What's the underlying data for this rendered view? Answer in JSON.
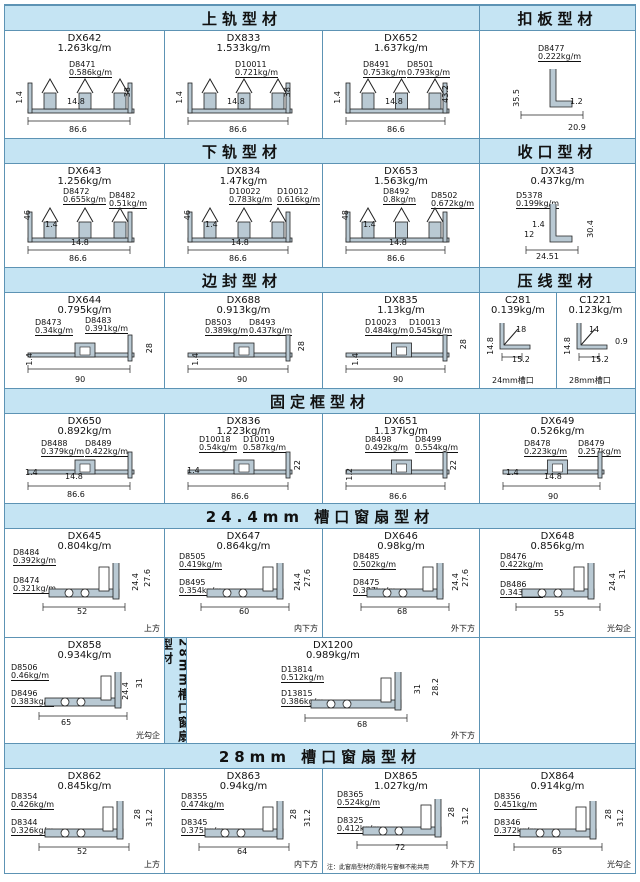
{
  "sections": {
    "s1": {
      "left": "上轨型材",
      "right": "扣板型材"
    },
    "s2": {
      "left": "下轨型材",
      "right": "收口型材"
    },
    "s3": {
      "left": "边封型材",
      "right": "压线型材"
    },
    "s4": {
      "title": "固定框型材"
    },
    "s5": {
      "title": "24.4mm 槽口窗扇型材"
    },
    "s6": {
      "vertical": "28mm槽口窗扇型材"
    },
    "s7": {
      "title": "28mm 槽口窗扇型材"
    }
  },
  "row1": [
    {
      "name": "DX642",
      "weight": "1.263kg/m",
      "subs": [
        {
          "code": "D8471",
          "w": "0.586kg/m"
        }
      ],
      "dims": [
        "86.6",
        "1.4",
        "14.8",
        "38"
      ]
    },
    {
      "name": "DX833",
      "weight": "1.533kg/m",
      "subs": [
        {
          "code": "D10011",
          "w": "0.721kg/m"
        }
      ],
      "dims": [
        "86.6",
        "1.4",
        "14.8",
        "38"
      ]
    },
    {
      "name": "DX652",
      "weight": "1.637kg/m",
      "subs": [
        {
          "code": "D8491",
          "w": "0.753kg/m"
        },
        {
          "code": "D8501",
          "w": "0.793kg/m"
        }
      ],
      "dims": [
        "86.6",
        "1.4",
        "14.8",
        "43.2"
      ]
    },
    {
      "name": "",
      "weight": "",
      "subs": [
        {
          "code": "D8477",
          "w": "0.222kg/m"
        }
      ],
      "dims": [
        "35.5",
        "1.2",
        "20.9"
      ]
    }
  ],
  "row2": [
    {
      "name": "DX643",
      "weight": "1.256kg/m",
      "subs": [
        {
          "code": "D8472",
          "w": "0.655kg/m"
        },
        {
          "code": "D8482",
          "w": "0.51kg/m"
        }
      ],
      "dims": [
        "86.6",
        "46",
        "1.4",
        "14.8"
      ]
    },
    {
      "name": "DX834",
      "weight": "1.47kg/m",
      "subs": [
        {
          "code": "D10022",
          "w": "0.783kg/m"
        },
        {
          "code": "D10012",
          "w": "0.616kg/m"
        }
      ],
      "dims": [
        "86.6",
        "46",
        "1.4",
        "14.8"
      ]
    },
    {
      "name": "DX653",
      "weight": "1.563kg/m",
      "subs": [
        {
          "code": "D8492",
          "w": "0.8kg/m"
        },
        {
          "code": "D8502",
          "w": "0.672kg/m"
        }
      ],
      "dims": [
        "86.6",
        "48",
        "1.4",
        "14.8"
      ]
    },
    {
      "name": "DX343",
      "weight": "0.437kg/m",
      "subs": [
        {
          "code": "D5378",
          "w": "0.199kg/m"
        }
      ],
      "dims": [
        "24.51",
        "12",
        "30.4",
        "1.4"
      ]
    }
  ],
  "row3": [
    {
      "name": "DX644",
      "weight": "0.795kg/m",
      "subs": [
        {
          "code": "D8473",
          "w": "0.34kg/m"
        },
        {
          "code": "D8483",
          "w": "0.391kg/m"
        }
      ],
      "dims": [
        "90",
        "1.4",
        "28"
      ]
    },
    {
      "name": "DX688",
      "weight": "0.913kg/m",
      "subs": [
        {
          "code": "D8503",
          "w": "0.389kg/m"
        },
        {
          "code": "D8493",
          "w": "0.437kg/m"
        }
      ],
      "dims": [
        "90",
        "1.4",
        "28"
      ]
    },
    {
      "name": "DX835",
      "weight": "1.13kg/m",
      "subs": [
        {
          "code": "D10023",
          "w": "0.484kg/m"
        },
        {
          "code": "D10013",
          "w": "0.545kg/m"
        }
      ],
      "dims": [
        "90",
        "1.4",
        "28"
      ]
    }
  ],
  "row3b": [
    {
      "name": "C281",
      "weight": "0.139kg/m",
      "dims": [
        "18",
        "14.8",
        "15.2"
      ],
      "cap": "24mm槽口"
    },
    {
      "name": "C1221",
      "weight": "0.123kg/m",
      "dims": [
        "14",
        "14.8",
        "0.9",
        "15.2"
      ],
      "cap": "28mm槽口"
    }
  ],
  "row4": [
    {
      "name": "DX650",
      "weight": "0.892kg/m",
      "subs": [
        {
          "code": "D8488",
          "w": "0.379kg/m"
        },
        {
          "code": "D8489",
          "w": "0.422kg/m"
        }
      ],
      "dims": [
        "86.6",
        "1.4",
        "14.8"
      ]
    },
    {
      "name": "DX836",
      "weight": "1.223kg/m",
      "subs": [
        {
          "code": "D10018",
          "w": "0.54kg/m"
        },
        {
          "code": "D10019",
          "w": "0.587kg/m"
        }
      ],
      "dims": [
        "86.6",
        "1.4",
        "22"
      ]
    },
    {
      "name": "DX651",
      "weight": "1.137kg/m",
      "subs": [
        {
          "code": "D8498",
          "w": "0.492kg/m"
        },
        {
          "code": "D8499",
          "w": "0.554kg/m"
        }
      ],
      "dims": [
        "86.6",
        "1.2",
        "22"
      ]
    },
    {
      "name": "DX649",
      "weight": "0.526kg/m",
      "subs": [
        {
          "code": "D8478",
          "w": "0.223kg/m"
        },
        {
          "code": "D8479",
          "w": "0.257kg/m"
        }
      ],
      "dims": [
        "90",
        "1.4",
        "14.8"
      ]
    }
  ],
  "row5": [
    {
      "name": "DX645",
      "weight": "0.804kg/m",
      "subs": [
        {
          "code": "D8484",
          "w": "0.392kg/m"
        },
        {
          "code": "D8474",
          "w": "0.321kg/m"
        }
      ],
      "dims": [
        "52",
        "27.6",
        "24.4"
      ],
      "cap": "上方"
    },
    {
      "name": "DX647",
      "weight": "0.864kg/m",
      "subs": [
        {
          "code": "D8505",
          "w": "0.419kg/m"
        },
        {
          "code": "D8495",
          "w": "0.354kg/m"
        }
      ],
      "dims": [
        "60",
        "27.6",
        "24.4"
      ],
      "cap": "内下方"
    },
    {
      "name": "DX646",
      "weight": "0.98kg/m",
      "subs": [
        {
          "code": "D8485",
          "w": "0.502kg/m"
        },
        {
          "code": "D8475",
          "w": "0.387kg/m"
        }
      ],
      "dims": [
        "68",
        "27.6",
        "24.4"
      ],
      "cap": "外下方"
    },
    {
      "name": "DX648",
      "weight": "0.856kg/m",
      "subs": [
        {
          "code": "D8476",
          "w": "0.422kg/m"
        },
        {
          "code": "D8486",
          "w": "0.343kg/m"
        }
      ],
      "dims": [
        "55",
        "31",
        "24.4"
      ],
      "cap": "光勾企"
    }
  ],
  "row6": [
    {
      "name": "DX858",
      "weight": "0.934kg/m",
      "subs": [
        {
          "code": "D8506",
          "w": "0.46kg/m"
        },
        {
          "code": "D8496",
          "w": "0.383kg/m"
        }
      ],
      "dims": [
        "65",
        "31",
        "24.4"
      ],
      "cap": "光勾企"
    },
    {
      "name": "DX1200",
      "weight": "0.989kg/m",
      "subs": [
        {
          "code": "D13814",
          "w": "0.512kg/m"
        },
        {
          "code": "D13815",
          "w": "0.386kg/m"
        }
      ],
      "dims": [
        "68",
        "28.2",
        "31"
      ],
      "cap": "外下方"
    }
  ],
  "row7": [
    {
      "name": "DX862",
      "weight": "0.845kg/m",
      "subs": [
        {
          "code": "D8354",
          "w": "0.426kg/m"
        },
        {
          "code": "D8344",
          "w": "0.326kg/m"
        }
      ],
      "dims": [
        "52",
        "28",
        "31.2"
      ],
      "cap": "上方"
    },
    {
      "name": "DX863",
      "weight": "0.94kg/m",
      "subs": [
        {
          "code": "D8355",
          "w": "0.474kg/m"
        },
        {
          "code": "D8345",
          "w": "0.375kg/m"
        }
      ],
      "dims": [
        "64",
        "28",
        "31.2"
      ],
      "cap": "内下方"
    },
    {
      "name": "DX865",
      "weight": "1.027kg/m",
      "subs": [
        {
          "code": "D8365",
          "w": "0.524kg/m"
        },
        {
          "code": "D8325",
          "w": "0.412kg/m"
        }
      ],
      "dims": [
        "72",
        "28",
        "31.2"
      ],
      "cap": "外下方",
      "note": "注：此窗扇型材的滑轮与窗框不能共用"
    },
    {
      "name": "DX864",
      "weight": "0.914kg/m",
      "subs": [
        {
          "code": "D8356",
          "w": "0.451kg/m"
        },
        {
          "code": "D8346",
          "w": "0.372kg/m"
        }
      ],
      "dims": [
        "65",
        "28",
        "31.2"
      ],
      "cap": "光勾企"
    }
  ]
}
